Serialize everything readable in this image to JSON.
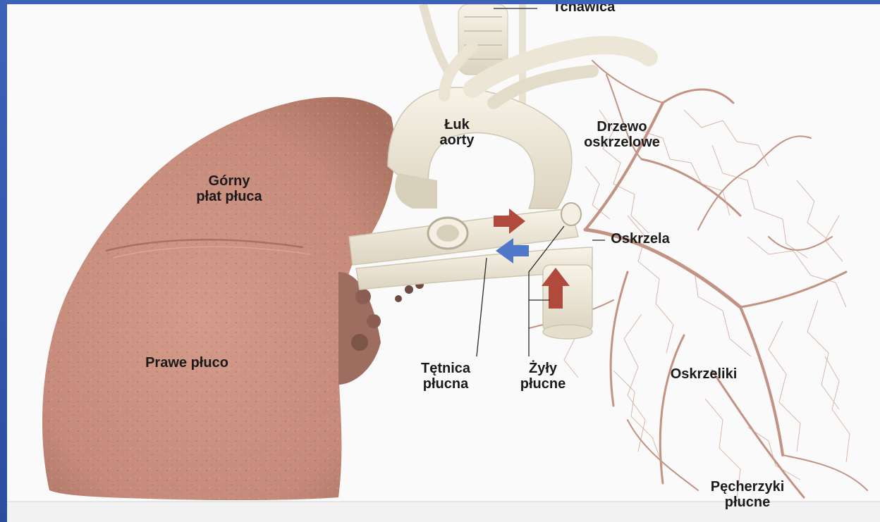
{
  "colors": {
    "slide_background": "#3358ad",
    "page_background": "#fafafa",
    "lung_tissue": "#c98f80",
    "vessels": "#efeadb",
    "bronchial_tree": "#c29282",
    "arrow_red": "#b04a3c",
    "arrow_blue": "#4f78c8",
    "label_text": "#1a1a1a"
  },
  "labels": {
    "trachea": "Tchawica",
    "aortic_arch": [
      "Łuk",
      "aorty"
    ],
    "bronchial_tree": [
      "Drzewo",
      "oskrzelowe"
    ],
    "upper_lobe": [
      "Górny",
      "płat płuca"
    ],
    "bronchus": "Oskrzela",
    "right_lung": "Prawe płuco",
    "pulmonary_artery": [
      "Tętnica",
      "płucna"
    ],
    "pulmonary_veins": [
      "Żyły",
      "płucne"
    ],
    "bronchioles": "Oskrzeliki",
    "alveoli": [
      "Pęcherzyki",
      "płucne"
    ]
  },
  "arrows": [
    {
      "name": "arrow-right-red",
      "direction": "right",
      "color": "red"
    },
    {
      "name": "arrow-left-blue",
      "direction": "left",
      "color": "blue"
    },
    {
      "name": "arrow-up-red",
      "direction": "up",
      "color": "red"
    }
  ]
}
